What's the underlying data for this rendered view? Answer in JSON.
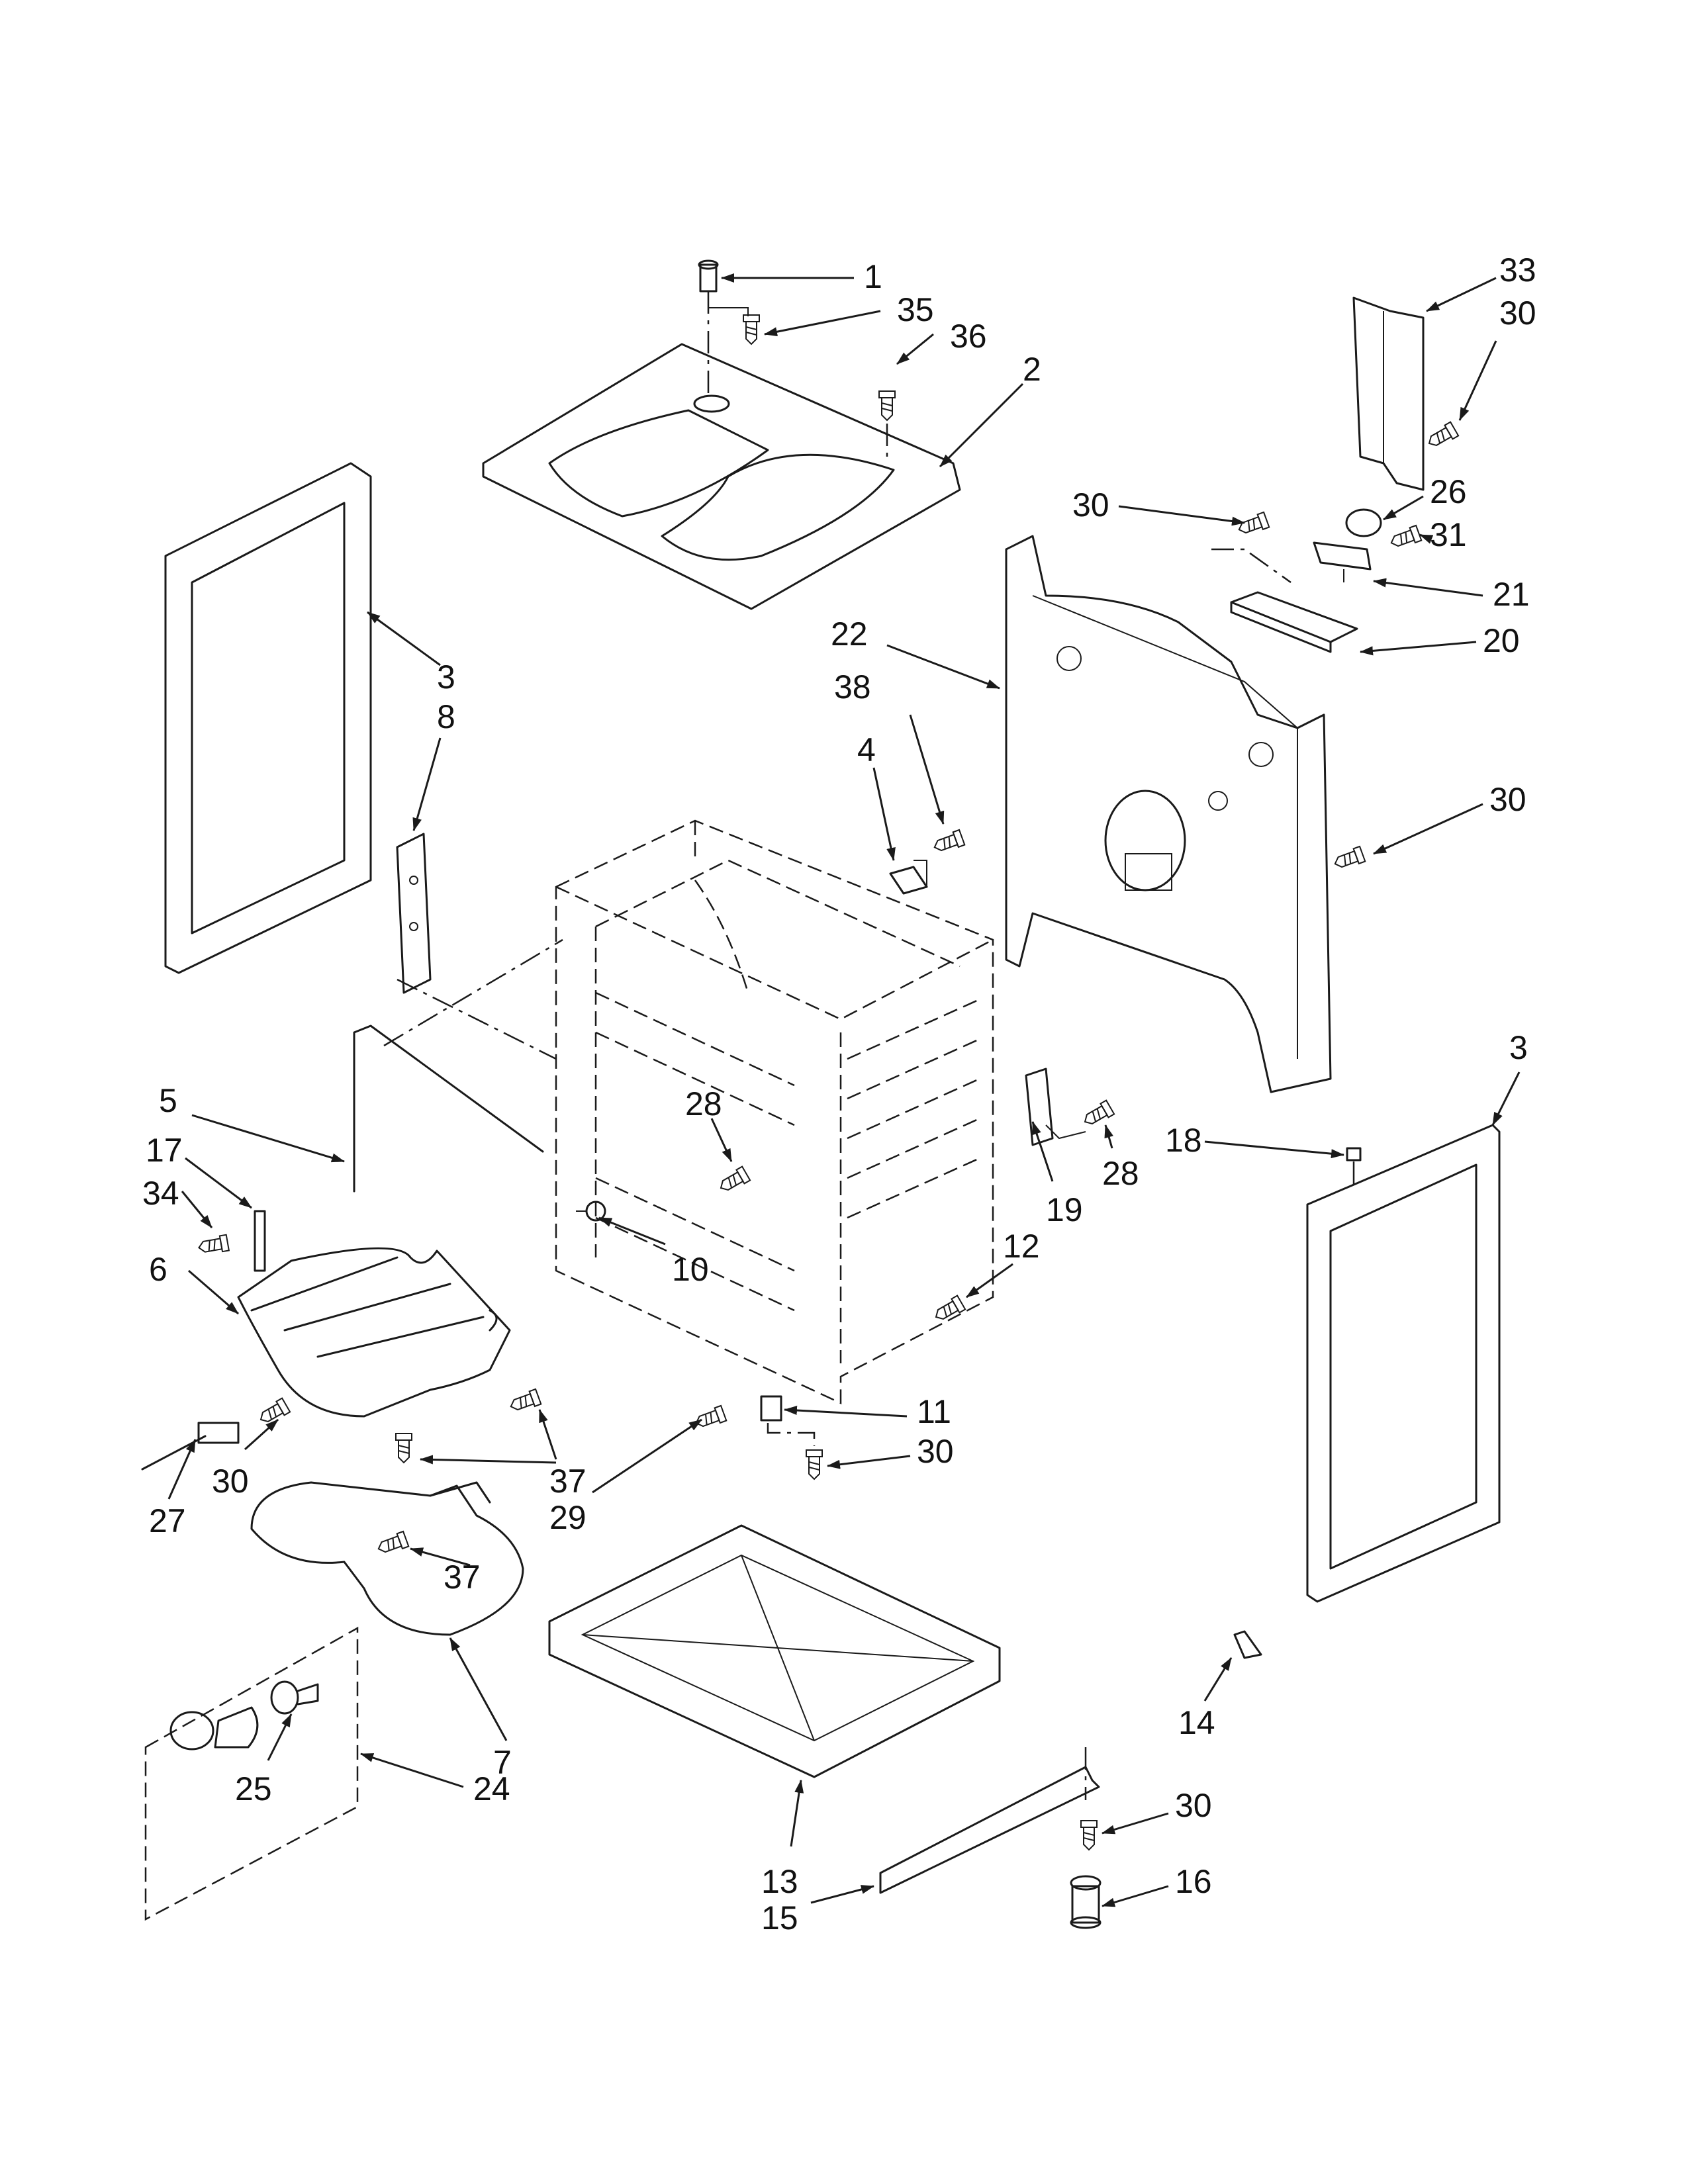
{
  "callouts": [
    {
      "id": "c1",
      "text": "1"
    },
    {
      "id": "c35",
      "text": "35"
    },
    {
      "id": "c36",
      "text": "36"
    },
    {
      "id": "c2",
      "text": "2"
    },
    {
      "id": "c33",
      "text": "33"
    },
    {
      "id": "c30a",
      "text": "30"
    },
    {
      "id": "c30b",
      "text": "30"
    },
    {
      "id": "c26",
      "text": "26"
    },
    {
      "id": "c31",
      "text": "31"
    },
    {
      "id": "c21",
      "text": "21"
    },
    {
      "id": "c20",
      "text": "20"
    },
    {
      "id": "c22",
      "text": "22"
    },
    {
      "id": "c38",
      "text": "38"
    },
    {
      "id": "c4",
      "text": "4"
    },
    {
      "id": "c30c",
      "text": "30"
    },
    {
      "id": "c3a",
      "text": "3"
    },
    {
      "id": "c8",
      "text": "8"
    },
    {
      "id": "c3b",
      "text": "3"
    },
    {
      "id": "c5",
      "text": "5"
    },
    {
      "id": "c17",
      "text": "17"
    },
    {
      "id": "c34",
      "text": "34"
    },
    {
      "id": "c28a",
      "text": "28"
    },
    {
      "id": "c28b",
      "text": "28"
    },
    {
      "id": "c19",
      "text": "19"
    },
    {
      "id": "c18",
      "text": "18"
    },
    {
      "id": "c6",
      "text": "6"
    },
    {
      "id": "c10",
      "text": "10"
    },
    {
      "id": "c12",
      "text": "12"
    },
    {
      "id": "c11",
      "text": "11"
    },
    {
      "id": "c30d",
      "text": "30"
    },
    {
      "id": "c29",
      "text": "29"
    },
    {
      "id": "c37a",
      "text": "37"
    },
    {
      "id": "c37b",
      "text": "37"
    },
    {
      "id": "c30e",
      "text": "30"
    },
    {
      "id": "c27",
      "text": "27"
    },
    {
      "id": "c14",
      "text": "14"
    },
    {
      "id": "c7",
      "text": "7"
    },
    {
      "id": "c25",
      "text": "25"
    },
    {
      "id": "c24",
      "text": "24"
    },
    {
      "id": "c30f",
      "text": "30"
    },
    {
      "id": "c16",
      "text": "16"
    },
    {
      "id": "c13",
      "text": "13"
    },
    {
      "id": "c15",
      "text": "15"
    }
  ]
}
